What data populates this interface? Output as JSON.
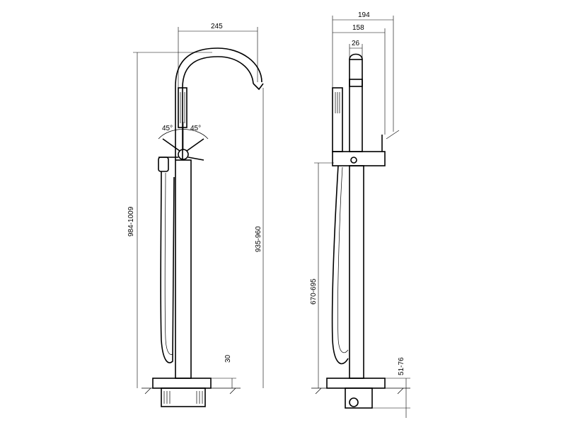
{
  "front_view": {
    "spout_reach": "245",
    "angle_left": "45°",
    "angle_right": "45°",
    "total_height": "984-1009",
    "spout_height": "935-960",
    "base_height": "30"
  },
  "side_view": {
    "total_depth": "194",
    "body_depth": "158",
    "pipe_diameter": "26",
    "handle_height": "670-695",
    "base_height": "51-76"
  },
  "colors": {
    "line": "#000000",
    "background": "#ffffff"
  }
}
